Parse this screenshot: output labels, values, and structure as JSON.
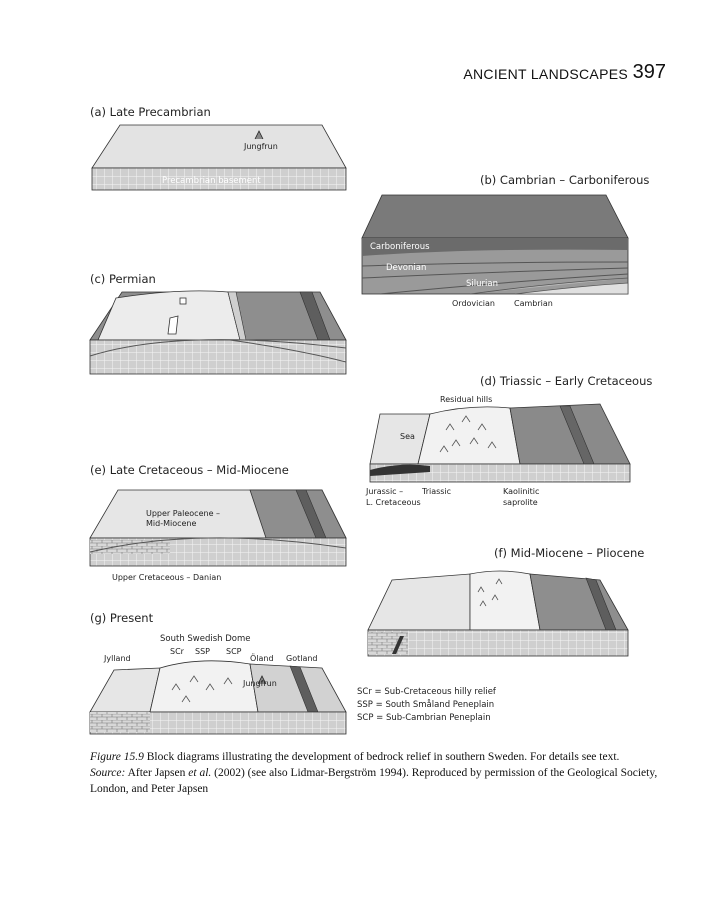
{
  "header": {
    "title": "ANCIENT LANDSCAPES",
    "page": "397"
  },
  "panels": {
    "a": {
      "title": "(a) Late Precambrian",
      "labels": {
        "jungfrun": "Jungfrun",
        "basement": "Precambrian basement"
      }
    },
    "b": {
      "title": "(b) Cambrian – Carboniferous",
      "labels": {
        "carboniferous": "Carboniferous",
        "devonian": "Devonian",
        "silurian": "Silurian",
        "ordovician": "Ordovician",
        "cambrian": "Cambrian"
      }
    },
    "c": {
      "title": "(c) Permian"
    },
    "d": {
      "title": "(d) Triassic – Early Cretaceous",
      "labels": {
        "residual_hills": "Residual hills",
        "sea": "Sea",
        "jurassic_1": "Jurassic –",
        "jurassic_2": "L. Cretaceous",
        "triassic": "Triassic",
        "kaolinitic_1": "Kaolinitic",
        "kaolinitic_2": "saprolite"
      }
    },
    "e": {
      "title": "(e) Late Cretaceous – Mid-Miocene",
      "labels": {
        "upper_paleocene_1": "Upper Paleocene –",
        "upper_paleocene_2": "Mid-Miocene",
        "upper_cretaceous": "Upper Cretaceous – Danian"
      }
    },
    "f": {
      "title": "(f) Mid-Miocene – Pliocene"
    },
    "g": {
      "title": "(g) Present",
      "labels": {
        "dome": "South Swedish Dome",
        "scr": "SCr",
        "ssp": "SSP",
        "scp": "SCP",
        "jylland": "Jylland",
        "oland": "Öland",
        "gotland": "Gotland",
        "jungfrun": "Jungfrun"
      }
    }
  },
  "legend": [
    "SCr = Sub-Cretaceous hilly relief",
    "SSP = South Småland Peneplain",
    "SCP = Sub-Cambrian Peneplain"
  ],
  "caption": {
    "figure_label": "Figure 15.9",
    "figure_text": " Block diagrams illustrating the development of bedrock relief in southern Sweden. For details see text.",
    "source_label": "Source:",
    "source_text_1": " After Japsen ",
    "source_etal": "et al.",
    "source_text_2": " (2002) (see also Lidmar-Bergström 1994). Reproduced by permission of the Geological Society, London, and Peter Japsen"
  }
}
